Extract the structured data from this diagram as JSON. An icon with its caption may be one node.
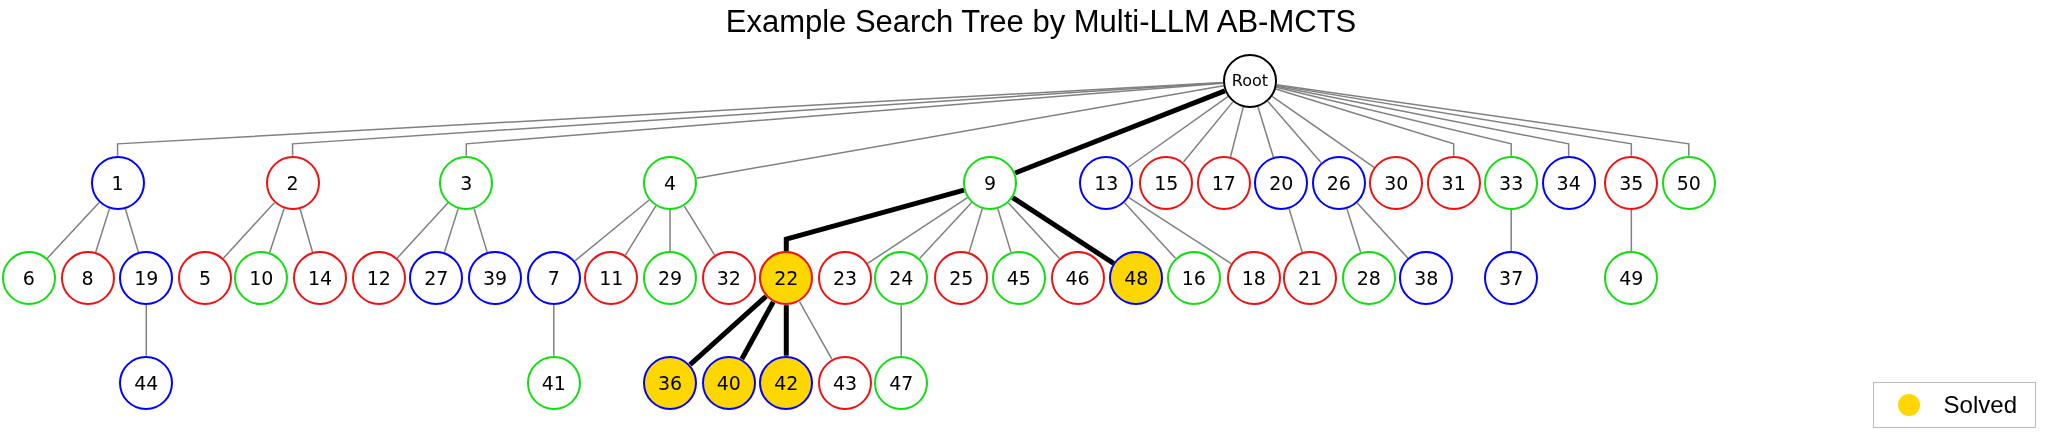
{
  "diagram": {
    "title": "Example Search Tree by Multi-LLM AB-MCTS",
    "nodes": [
      {
        "text": [
          "Root"
        ]
      },
      {
        "text": [
          "1"
        ]
      },
      {
        "text": [
          "2"
        ]
      },
      {
        "text": [
          "3"
        ]
      },
      {
        "text": [
          "4"
        ]
      },
      {
        "text": [
          "9"
        ]
      },
      {
        "text": [
          "13"
        ]
      },
      {
        "text": [
          "15"
        ]
      },
      {
        "text": [
          "17"
        ]
      },
      {
        "text": [
          "20"
        ]
      },
      {
        "text": [
          "26"
        ]
      },
      {
        "text": [
          "30"
        ]
      },
      {
        "text": [
          "31"
        ]
      },
      {
        "text": [
          "33"
        ]
      },
      {
        "text": [
          "34"
        ]
      },
      {
        "text": [
          "35"
        ]
      },
      {
        "text": [
          "50"
        ]
      },
      {
        "text": [
          "6"
        ]
      },
      {
        "text": [
          "8"
        ]
      },
      {
        "text": [
          "19"
        ]
      },
      {
        "text": [
          "5"
        ]
      },
      {
        "text": [
          "10"
        ]
      },
      {
        "text": [
          "14"
        ]
      },
      {
        "text": [
          "12"
        ]
      },
      {
        "text": [
          "27"
        ]
      },
      {
        "text": [
          "39"
        ]
      },
      {
        "text": [
          "7"
        ]
      },
      {
        "text": [
          "11"
        ]
      },
      {
        "text": [
          "29"
        ]
      },
      {
        "text": [
          "32"
        ]
      },
      {
        "text": [
          "22"
        ]
      },
      {
        "text": [
          "23"
        ]
      },
      {
        "text": [
          "24"
        ]
      },
      {
        "text": [
          "25"
        ]
      },
      {
        "text": [
          "45"
        ]
      },
      {
        "text": [
          "46"
        ]
      },
      {
        "text": [
          "48"
        ]
      },
      {
        "text": [
          "16"
        ]
      },
      {
        "text": [
          "18"
        ]
      },
      {
        "text": [
          "21"
        ]
      },
      {
        "text": [
          "28"
        ]
      },
      {
        "text": [
          "38"
        ]
      },
      {
        "text": [
          "37"
        ]
      },
      {
        "text": [
          "49"
        ]
      },
      {
        "text": [
          "44"
        ]
      },
      {
        "text": [
          "41"
        ]
      },
      {
        "text": [
          "36"
        ]
      },
      {
        "text": [
          "40"
        ]
      },
      {
        "text": [
          "42"
        ]
      },
      {
        "text": [
          "43"
        ]
      },
      {
        "text": [
          "47"
        ]
      }
    ],
    "edges": [
      {
        "from": 0,
        "to": 1,
        "arrow": "none"
      },
      {
        "from": 0,
        "to": 2,
        "arrow": "none"
      },
      {
        "from": 0,
        "to": 3,
        "arrow": "none"
      },
      {
        "from": 0,
        "to": 4,
        "arrow": "none"
      },
      {
        "from": 0,
        "to": 5,
        "arrow": "none",
        "style": "thick",
        "color": "#000000"
      },
      {
        "from": 0,
        "to": 6,
        "arrow": "none"
      },
      {
        "from": 0,
        "to": 7,
        "arrow": "none"
      },
      {
        "from": 0,
        "to": 8,
        "arrow": "none"
      },
      {
        "from": 0,
        "to": 9,
        "arrow": "none"
      },
      {
        "from": 0,
        "to": 10,
        "arrow": "none"
      },
      {
        "from": 0,
        "to": 11,
        "arrow": "none"
      },
      {
        "from": 0,
        "to": 12,
        "arrow": "none"
      },
      {
        "from": 0,
        "to": 13,
        "arrow": "none"
      },
      {
        "from": 0,
        "to": 14,
        "arrow": "none"
      },
      {
        "from": 0,
        "to": 15,
        "arrow": "none"
      },
      {
        "from": 0,
        "to": 16,
        "arrow": "none"
      },
      {
        "from": 1,
        "to": 17,
        "arrow": "none"
      },
      {
        "from": 1,
        "to": 18,
        "arrow": "none"
      },
      {
        "from": 1,
        "to": 19,
        "arrow": "none"
      },
      {
        "from": 19,
        "to": 44,
        "arrow": "none"
      },
      {
        "from": 2,
        "to": 20,
        "arrow": "none"
      },
      {
        "from": 2,
        "to": 21,
        "arrow": "none"
      },
      {
        "from": 2,
        "to": 22,
        "arrow": "none"
      },
      {
        "from": 3,
        "to": 23,
        "arrow": "none"
      },
      {
        "from": 3,
        "to": 24,
        "arrow": "none"
      },
      {
        "from": 3,
        "to": 25,
        "arrow": "none"
      },
      {
        "from": 4,
        "to": 26,
        "arrow": "none"
      },
      {
        "from": 4,
        "to": 27,
        "arrow": "none"
      },
      {
        "from": 4,
        "to": 28,
        "arrow": "none"
      },
      {
        "from": 4,
        "to": 29,
        "arrow": "none"
      },
      {
        "from": 26,
        "to": 45,
        "arrow": "none"
      },
      {
        "from": 5,
        "to": 30,
        "arrow": "none",
        "style": "thick",
        "color": "#000000"
      },
      {
        "from": 5,
        "to": 31,
        "arrow": "none"
      },
      {
        "from": 5,
        "to": 32,
        "arrow": "none"
      },
      {
        "from": 5,
        "to": 33,
        "arrow": "none"
      },
      {
        "from": 5,
        "to": 34,
        "arrow": "none"
      },
      {
        "from": 5,
        "to": 35,
        "arrow": "none"
      },
      {
        "from": 5,
        "to": 36,
        "arrow": "none",
        "style": "thick",
        "color": "#000000"
      },
      {
        "from": 30,
        "to": 46,
        "arrow": "none",
        "style": "thick",
        "color": "#000000"
      },
      {
        "from": 30,
        "to": 47,
        "arrow": "none",
        "style": "thick",
        "color": "#000000"
      },
      {
        "from": 30,
        "to": 48,
        "arrow": "none",
        "style": "thick",
        "color": "#000000"
      },
      {
        "from": 30,
        "to": 49,
        "arrow": "none"
      },
      {
        "from": 32,
        "to": 50,
        "arrow": "none"
      },
      {
        "from": 6,
        "to": 37,
        "arrow": "none"
      },
      {
        "from": 6,
        "to": 38,
        "arrow": "none"
      },
      {
        "from": 9,
        "to": 39,
        "arrow": "none"
      },
      {
        "from": 10,
        "to": 40,
        "arrow": "none"
      },
      {
        "from": 10,
        "to": 41,
        "arrow": "none"
      },
      {
        "from": 13,
        "to": 42,
        "arrow": "none"
      },
      {
        "from": 15,
        "to": 43,
        "arrow": "none"
      }
    ],
    "legend": [
      {
        "text": "Solved",
        "color": "#ffd700"
      }
    ]
  }
}
